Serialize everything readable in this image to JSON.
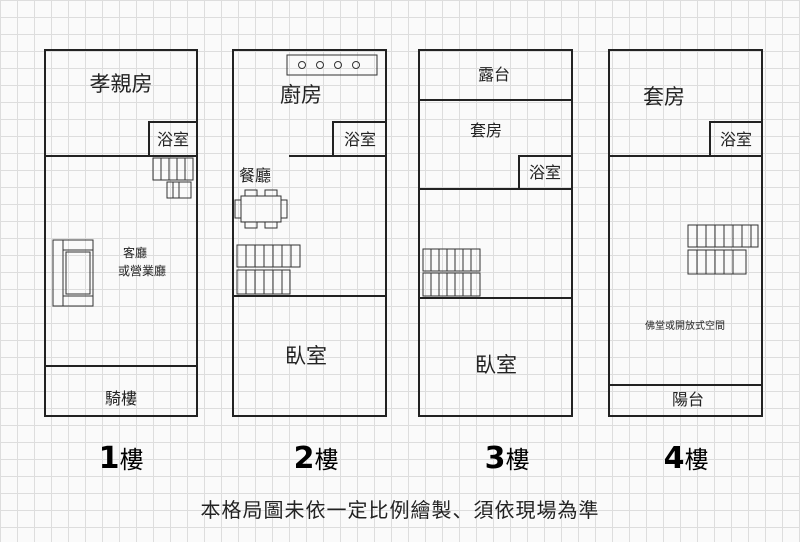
{
  "floors": [
    {
      "num": "1",
      "suffix": "樓",
      "rooms": {
        "filial_room": "孝親房",
        "bathroom": "浴室",
        "living_line1": "客廳",
        "living_line2": "或營業廳",
        "arcade": "騎樓"
      }
    },
    {
      "num": "2",
      "suffix": "樓",
      "rooms": {
        "kitchen": "廚房",
        "bathroom": "浴室",
        "dining": "餐廳",
        "bedroom": "臥室"
      }
    },
    {
      "num": "3",
      "suffix": "樓",
      "rooms": {
        "terrace": "露台",
        "suite": "套房",
        "bathroom": "浴室",
        "bedroom": "臥室"
      }
    },
    {
      "num": "4",
      "suffix": "樓",
      "rooms": {
        "suite": "套房",
        "bathroom": "浴室",
        "worship_open": "佛堂或開放式空間",
        "balcony": "陽台"
      }
    }
  ],
  "disclaimer": "本格局圖未依一定比例繪製、須依現場為準"
}
